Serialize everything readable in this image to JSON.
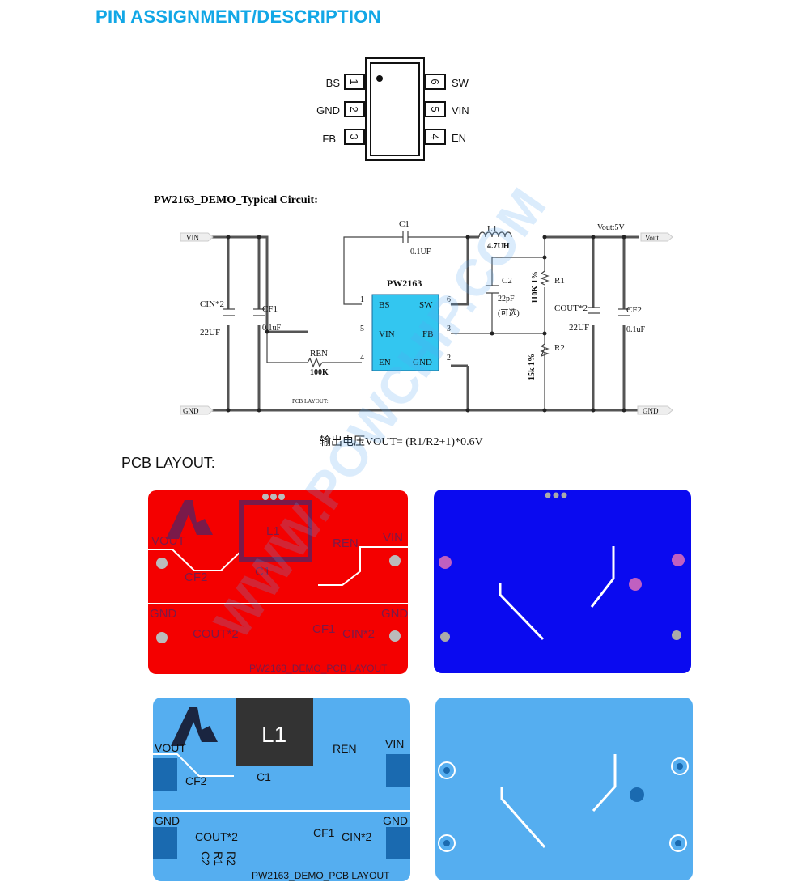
{
  "section_title": "PIN ASSIGNMENT/DESCRIPTION",
  "pinout": {
    "left": [
      {
        "num": "1",
        "name": "BS"
      },
      {
        "num": "2",
        "name": "GND"
      },
      {
        "num": "3",
        "name": "FB"
      }
    ],
    "right": [
      {
        "num": "6",
        "name": "SW"
      },
      {
        "num": "5",
        "name": "VIN"
      },
      {
        "num": "4",
        "name": "EN"
      }
    ]
  },
  "circuit": {
    "title": "PW2163_DEMO_Typical Circuit:",
    "chip": "PW2163",
    "chip_pins": {
      "bs": "BS",
      "sw": "SW",
      "vin": "VIN",
      "fb": "FB",
      "en": "EN",
      "gnd": "GND",
      "n1": "1",
      "n6": "6",
      "n5": "5",
      "n3": "3",
      "n4": "4",
      "n2": "2"
    },
    "vin_port": "VIN",
    "gnd_port_left": "GND",
    "gnd_port_right": "GND",
    "vout_port": "Vout",
    "vout_label": "Vout:5V",
    "c1": "C1",
    "c1_val": "0.1UF",
    "l1": "L1",
    "l1_val": "4.7UH",
    "cin": "CIN*2",
    "cin_val": "22UF",
    "cf1": "CF1",
    "cf1_val": "0.1uF",
    "ren": "REN",
    "ren_val": "100K",
    "c2": "C2",
    "c2_val": "22pF",
    "c2_note": "(可选)",
    "r1": "R1",
    "r1_val": "110K 1%",
    "r2": "R2",
    "r2_val": "15k 1%",
    "cout": "COUT*2",
    "cout_val": "22UF",
    "cf2": "CF2",
    "cf2_val": "0.1uF",
    "pcb_note": "PCB LAYOUT:",
    "formula": "输出电压VOUT= (R1/R2+1)*0.6V"
  },
  "pcb_title": "PCB LAYOUT:",
  "boards": {
    "vout": "VOUT",
    "vin": "VIN",
    "gnd": "GND",
    "l1": "L1",
    "c1": "C1",
    "ren": "REN",
    "cf2": "CF2",
    "cf1": "CF1",
    "cout": "COUT*2",
    "cin": "CIN*2",
    "c2": "C2",
    "r1": "R1",
    "r2": "R2",
    "footer": "PW2163_DEMO_PCB LAYOUT"
  },
  "watermark": "WWW.POWCHIP.COM",
  "colors": {
    "accent": "#12a7e6",
    "chip": "#33c6f0",
    "top_red": "#f00",
    "bottom_blue": "#0a0af0",
    "silk_blue": "#55aef0"
  }
}
